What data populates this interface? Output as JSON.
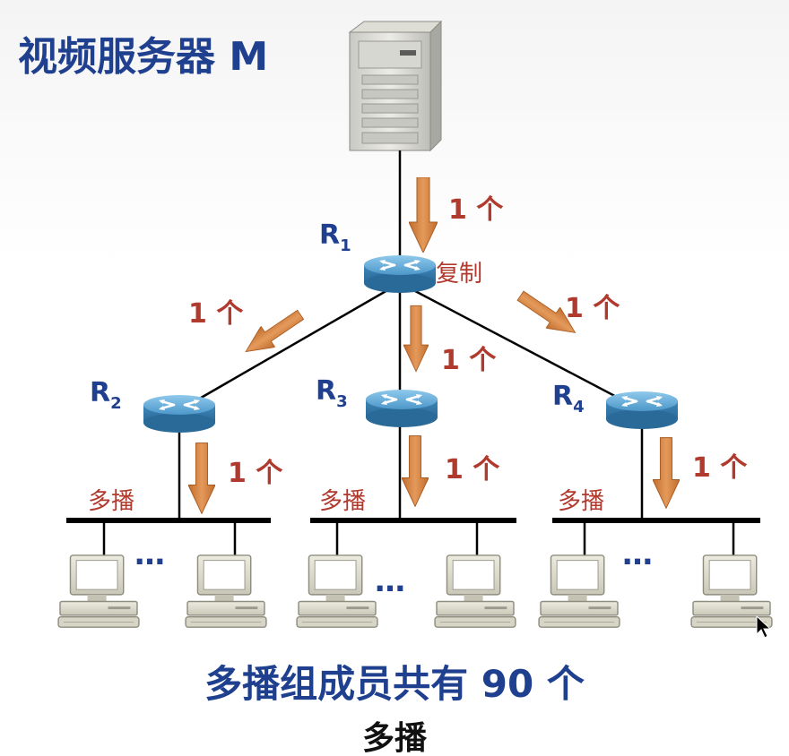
{
  "title": "视频服务器 M",
  "routers": [
    {
      "name": "R",
      "sub": "1"
    },
    {
      "name": "R",
      "sub": "2"
    },
    {
      "name": "R",
      "sub": "3"
    },
    {
      "name": "R",
      "sub": "4"
    }
  ],
  "copy_label": "复制",
  "count_label": "1 个",
  "multicast_label": "多播",
  "ellipsis": "…",
  "members_text": "多播组成员共有 90 个",
  "bottom_caption": "多播",
  "colors": {
    "title_blue": "#1f3f8f",
    "arrow_orange": "#d47f3c",
    "label_red": "#b03a2e",
    "router_blue": "#5aa6d6"
  },
  "icons": [
    "server-icon",
    "router-icon",
    "computer-icon",
    "arrow-icon",
    "cursor-icon"
  ]
}
